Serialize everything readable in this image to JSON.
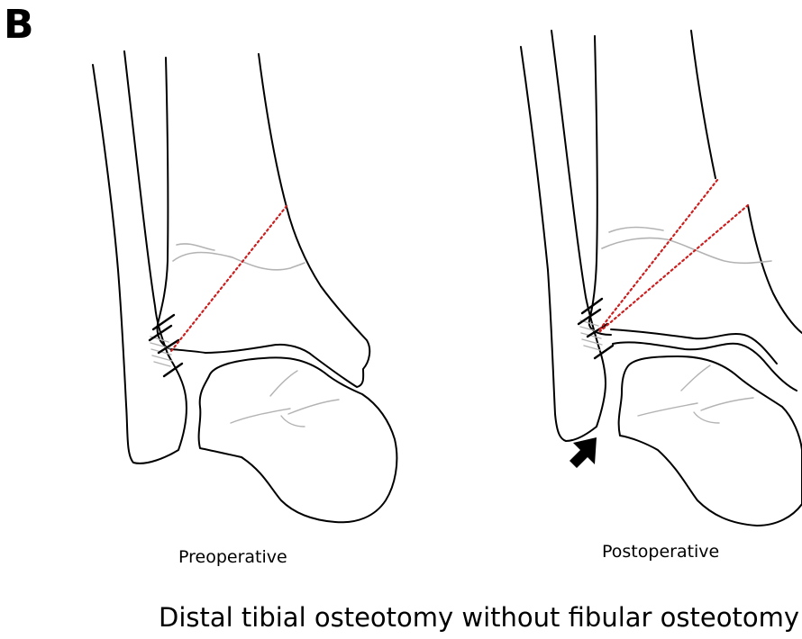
{
  "figure": {
    "panel_label": "B",
    "title": "Distal tibial osteotomy without fibular osteotomy",
    "panels": [
      {
        "id": "preoperative",
        "caption": "Preoperative"
      },
      {
        "id": "postoperative",
        "caption": "Postoperative"
      }
    ]
  },
  "colors": {
    "outline": "#000000",
    "joint_line": "#b3b3b3",
    "osteotomy_line": "#cc1f1f"
  },
  "icons": [
    "arrow-icon"
  ]
}
